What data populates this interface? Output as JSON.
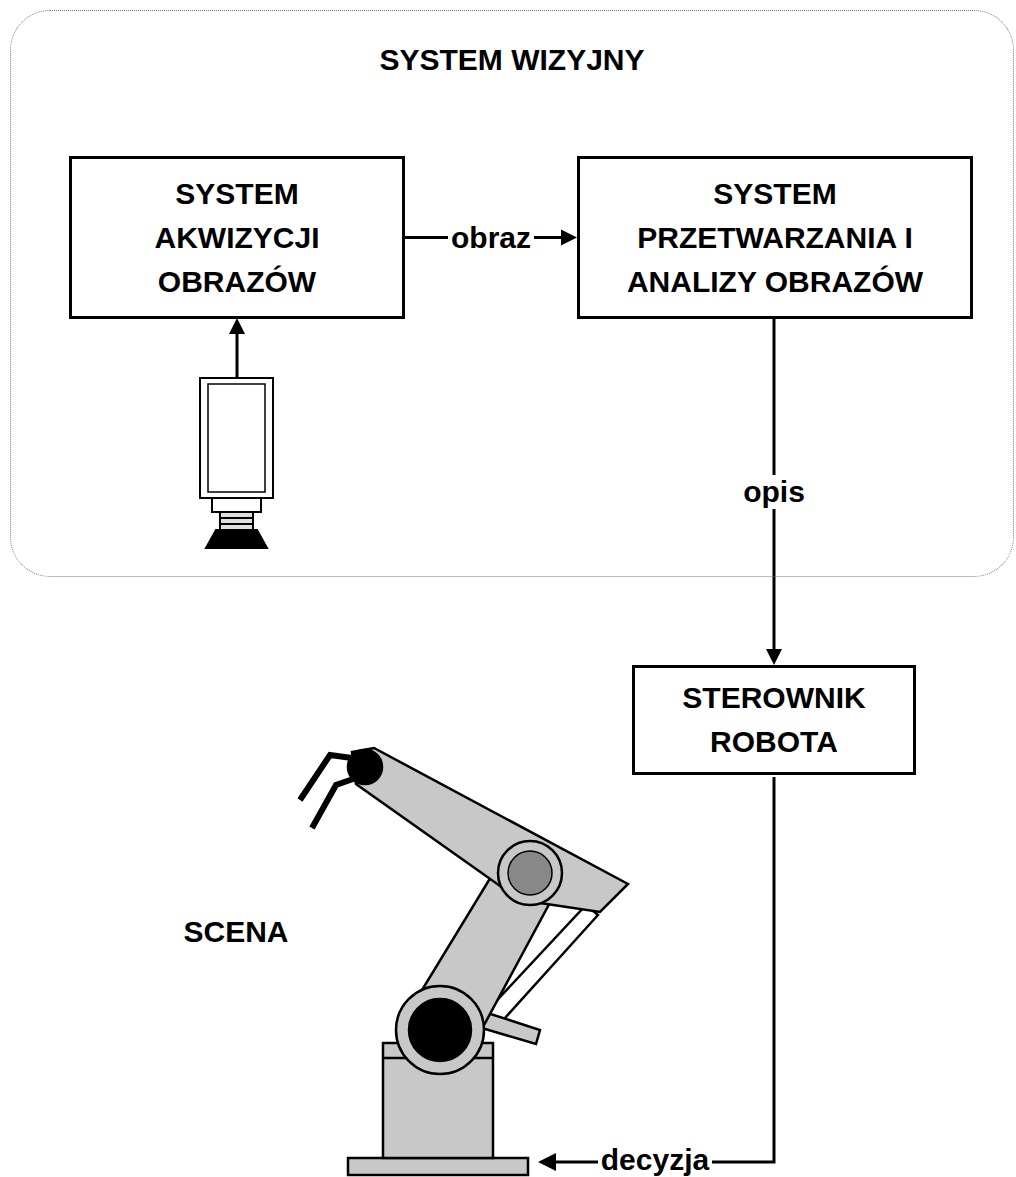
{
  "diagram": {
    "nodes": [
      {
        "text": [
          "SYSTEM WIZYJNY"
        ]
      },
      {
        "text": [
          "SYSTEM AKWIZYCJI OBRAZÓW"
        ],
        "in": 0
      },
      {
        "text": [
          "SYSTEM PRZETWARZANIA I ANALIZY OBRAZÓW"
        ],
        "in": 0
      },
      {
        "text": [
          "STEROWNIK ROBOTA"
        ]
      }
    ],
    "edges": [
      {
        "from": 1,
        "to": 2,
        "label": "obraz",
        "arrow": "to"
      },
      {
        "from": 2,
        "to": 3,
        "label": "opis",
        "arrow": "to"
      }
    ],
    "labels": [
      "SCENA",
      "decyzja"
    ]
  }
}
